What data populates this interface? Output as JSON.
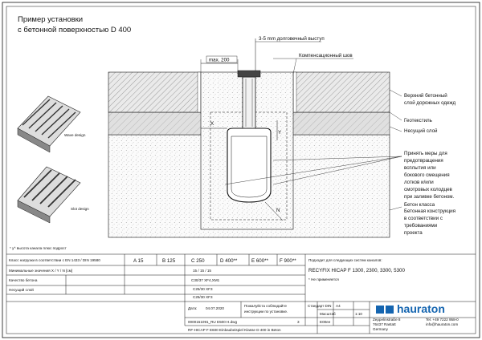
{
  "title_line1": "Пример установки",
  "title_line2": "с бетонной поверхностью D 400",
  "labels": {
    "protrusion": "3-5 mm долговечный выступ",
    "max": "max. 200",
    "compensation_joint": "Компенсационный шов",
    "top_concrete_1": "Верхний бетонный",
    "top_concrete_2": "слой дорожных одежд",
    "geotextile": "Геотекстиль",
    "bearing_layer": "Несущий слой",
    "measures": [
      "Принять меры для",
      "предотвращения",
      "всплытия или",
      "бокового смещения",
      "лотков и/или",
      "смотровых колодцев",
      "при заливке бетоном."
    ],
    "concrete_foundation": [
      "Бетонная конструкция",
      "в соответствии с",
      "требованиями",
      "проекта"
    ],
    "concrete_class": "Бетон класса",
    "dim_x": "X",
    "dim_y": "Y",
    "dim_n": "N",
    "wave_design": "Wave design",
    "slot_design": "Slot design",
    "footnote": "* y^ высота канала плюс подрост"
  },
  "table": {
    "row1_label": "Класс нагрузки в соответствии с EN 1433 / DIN 19580",
    "classes": [
      "A 15",
      "B 125",
      "C 250",
      "D 400**",
      "E 600**",
      "F 900**"
    ],
    "row2_label": "Минимальные значения X / Y / N [см]",
    "row2_value": "15 / 15 / 15",
    "row3_label": "Качество бетона",
    "row3_value": "C30/37 XF4,XM1",
    "row4_label": "Несущий слой",
    "row4_value": "C25/30 XF3",
    "row5_value": "C25/30 XF3",
    "suitable_for": "Подходит для следующих систем каналов:",
    "system_name": "RECYFIX HICAP F 1300, 2300, 3300, 5300",
    "not_applicable": "* Не применяется",
    "date_label": "Дата:",
    "date": "04.07.2020",
    "note_1": "Пожалуйста соблюдайте",
    "note_2": "инструкции по установке.",
    "doc_code": "0000151091_RU E500 H.dwg",
    "doc_name": "RF-HICAP F E600 Einbaubeispiel Klasse D 400 in Beton",
    "sheet": "3",
    "standard_label": "Стандарт DIN",
    "standard_value": "A4",
    "scale_label": "Масштаб",
    "scale_value": "1:10",
    "format_code": "E00ee"
  },
  "brand": {
    "name": "hauraton",
    "address": [
      "Zeppelinstraße 8",
      "76437 Rastatt",
      "Germany"
    ],
    "phone": "Tel. +49 7222 958-0",
    "web": "info@hauraton.com"
  },
  "colors": {
    "brand_blue": "#1565b0",
    "line": "#111111"
  }
}
